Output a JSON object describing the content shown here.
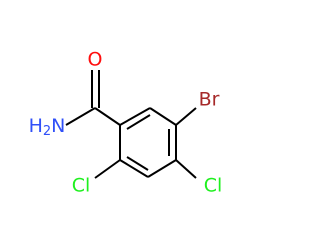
{
  "atoms": [
    {
      "id": "O",
      "label": "O",
      "color": "#ff0d0d"
    },
    {
      "id": "N",
      "label": "H",
      "sub": "2",
      "suffix": "N",
      "color": "#3050f8"
    },
    {
      "id": "Br",
      "label": "Br",
      "color": "#a62929"
    },
    {
      "id": "Cl1",
      "label": "Cl",
      "color": "#1ff01f"
    },
    {
      "id": "Cl2",
      "label": "Cl",
      "color": "#1ff01f"
    }
  ]
}
